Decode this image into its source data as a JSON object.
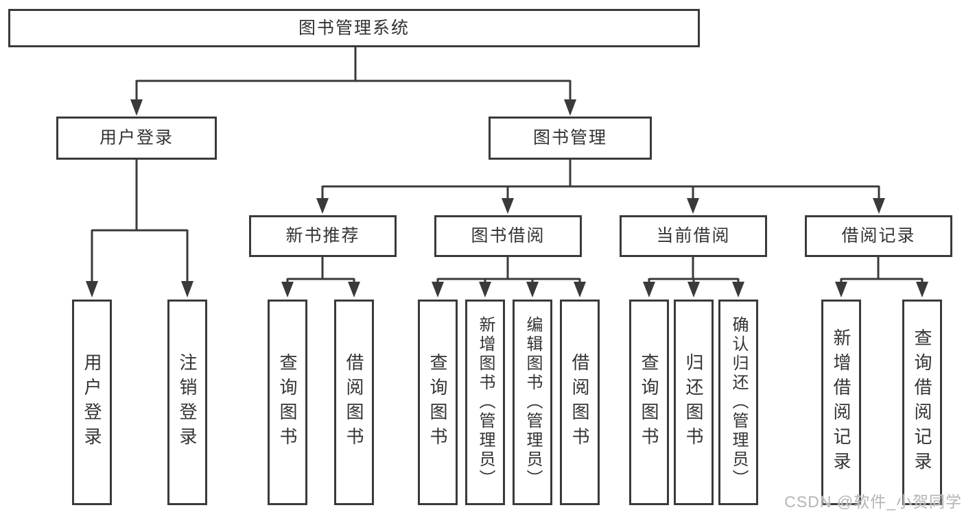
{
  "tree": {
    "label": "图书管理系统",
    "children": [
      {
        "label": "用户登录",
        "children": [
          {
            "label": "用户登录"
          },
          {
            "label": "注销登录"
          }
        ]
      },
      {
        "label": "图书管理",
        "children": [
          {
            "label": "新书推荐",
            "children": [
              {
                "label": "查询图书"
              },
              {
                "label": "借阅图书"
              }
            ]
          },
          {
            "label": "图书借阅",
            "children": [
              {
                "label": "查询图书"
              },
              {
                "label": "新增图书（管理员）"
              },
              {
                "label": "编辑图书（管理员）"
              },
              {
                "label": "借阅图书"
              }
            ]
          },
          {
            "label": "当前借阅",
            "children": [
              {
                "label": "查询图书"
              },
              {
                "label": "归还图书"
              },
              {
                "label": "确认归还（管理员）"
              }
            ]
          },
          {
            "label": "借阅记录",
            "children": [
              {
                "label": "新增借阅记录"
              },
              {
                "label": "查询借阅记录"
              }
            ]
          }
        ]
      }
    ]
  },
  "watermark": {
    "text": "CSDN @软件_小贺同学"
  },
  "colors": {
    "line": "#3a3a3a",
    "text": "#333333",
    "wm": "#b5b5b5",
    "bg": "#ffffff"
  }
}
